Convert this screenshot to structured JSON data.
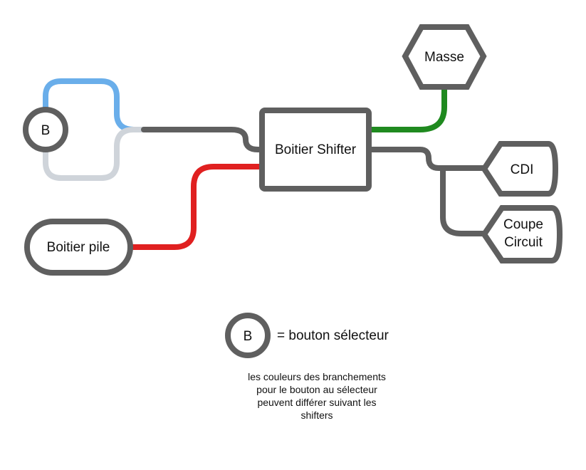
{
  "colors": {
    "outline": "#5f5f5f",
    "wire_grey": "#5f5f5f",
    "wire_blue": "#6aaeea",
    "wire_light_grey": "#cfd4da",
    "wire_red": "#e02020",
    "wire_green": "#1f8a1f"
  },
  "nodes": {
    "b_button": "B",
    "shifter": "Boitier Shifter",
    "masse": "Masse",
    "cdi": "CDI",
    "coupe_circuit_line1": "Coupe",
    "coupe_circuit_line2": "Circuit",
    "boitier_pile": "Boitier pile"
  },
  "legend": {
    "symbol": "B",
    "text": "= bouton sélecteur"
  },
  "note": {
    "line1": "les couleurs des branchements",
    "line2": "pour le bouton au sélecteur",
    "line3": "peuvent différer suivant les",
    "line4": "shifters"
  }
}
